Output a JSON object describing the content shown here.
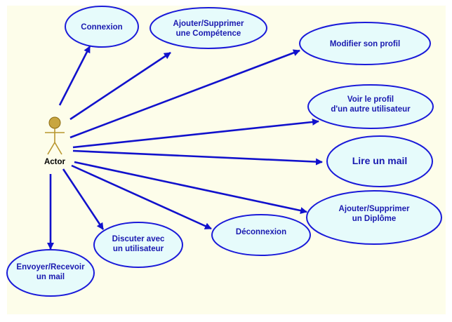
{
  "actor": {
    "label": "Actor"
  },
  "colors": {
    "canvas": "#fdfdea",
    "ellipse_fill": "#e6fbfb",
    "ellipse_stroke": "#1a1ad9",
    "arrow": "#1111cc",
    "text": "#1a1ab0",
    "actor_body": "#b8962e"
  },
  "use_cases": [
    {
      "id": "connexion",
      "lines": [
        "Connexion"
      ]
    },
    {
      "id": "ajouter-competence",
      "lines": [
        "Ajouter/Supprimer",
        "une Compétence"
      ]
    },
    {
      "id": "modifier-profil",
      "lines": [
        "Modifier son profil"
      ]
    },
    {
      "id": "voir-profil",
      "lines": [
        "Voir le profil",
        "d'un autre utilisateur"
      ]
    },
    {
      "id": "lire-mail",
      "lines": [
        "Lire un mail"
      ]
    },
    {
      "id": "ajouter-diplome",
      "lines": [
        "Ajouter/Supprimer",
        "un Diplôme"
      ]
    },
    {
      "id": "deconnexion",
      "lines": [
        "Déconnexion"
      ]
    },
    {
      "id": "discuter",
      "lines": [
        "Discuter avec",
        "un utilisateur"
      ]
    },
    {
      "id": "envoyer-recevoir",
      "lines": [
        "Envoyer/Recevoir",
        "un mail"
      ]
    }
  ]
}
